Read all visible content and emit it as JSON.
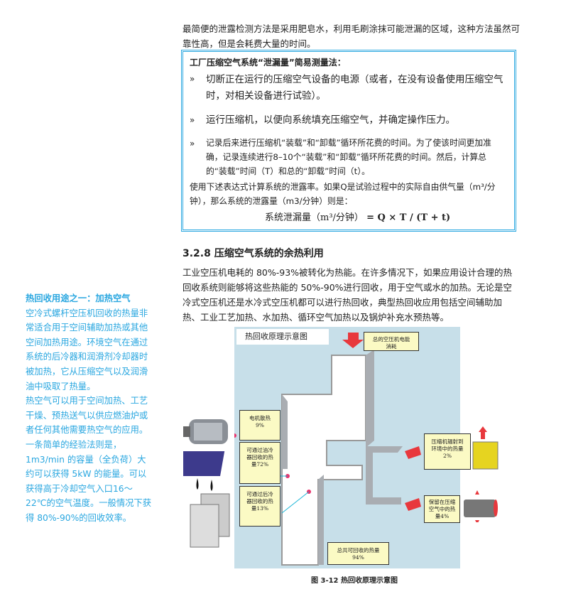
{
  "intro": "最简便的泄露检测方法是采用肥皂水，利用毛刷涂抹可能泄漏的区域，这种方法虽然可靠性高，但是会耗费大量的时间。",
  "box": {
    "title": "工厂压缩空气系统“泄漏量”简易测量法：",
    "bullet": "»",
    "items": [
      "切断正在运行的压缩空气设备的电源（或者，在没有设备使用压缩空气时，对相关设备进行试验）。",
      "运行压缩机，以便向系统填充压缩空气，并确定操作压力。",
      "记录后来进行压缩机“装载”和“卸载”循环所花费的时间。为了使该时间更加准确，记录连续进行8–10个“装载”和“卸载”循环所花费的时间。然后，计算总的“装载”时间（T）和总的“卸载”时间（t）。"
    ],
    "note": "使用下述表达式计算系统的泄露率。如果Q是试验过程中的实际自由供气量（m³/分钟），那么系统的泄露量（m3/分钟）则是：",
    "formula_label": "系统泄漏量（m³/分钟）",
    "formula_expr": "= Q × T / (T + t)"
  },
  "section_heading": "3.2.8 压缩空气系统的余热利用",
  "body": "工业空压机电耗的 80%-93%被转化为热能。在许多情况下，如果应用设计合理的热回收系统则能够将这些热能的 50%-90%进行回收，用于空气或水的加热。无论是空冷式空压机还是水冷式空压机都可以进行热回收，典型热回收应用包括空间辅助加热、工业工艺加热、水加热、循环空气加热以及锅炉补充水预热等。",
  "sidebar": {
    "title": "热回收用途之一：加热空气",
    "p1": "空冷式螺杆空压机回收的热量非常适合用于空间辅助加热或其他空间加热用途。环境空气在通过系统的后冷器和润滑剂冷却器时被加热，它从压缩空气以及润滑油中吸取了热量。",
    "p2": "热空气可以用于空间加热、工艺干燥、预热送气以供应燃油炉或者任何其他需要热空气的应用。一条简单的经验法则是，1m3/min 的容量（全负荷）大约可以获得 5kW 的能量。可以获得高于冷却空气入口16～22℃的空气温度。一般情况下获得 80%-90%的回收效率。"
  },
  "diagram": {
    "title": "热回收原理示意图",
    "labels": {
      "total_input": "总的空压机电能消耗",
      "motor": "电机散热9%",
      "oil": "可通过油冷器回收的热量72%",
      "after": "可通过后冷器回收的热量13%",
      "radiation": "压缩机辐射到环境中的热量2%",
      "retained": "保留在压缩空气中的热量4%",
      "total_recover": "总共可回收的热量94%"
    },
    "colors": {
      "background": "#c7dfe9",
      "label": "#fbfac4",
      "arrow": "#e8383d"
    }
  },
  "caption": "图 3-12 热回收原理示意图"
}
